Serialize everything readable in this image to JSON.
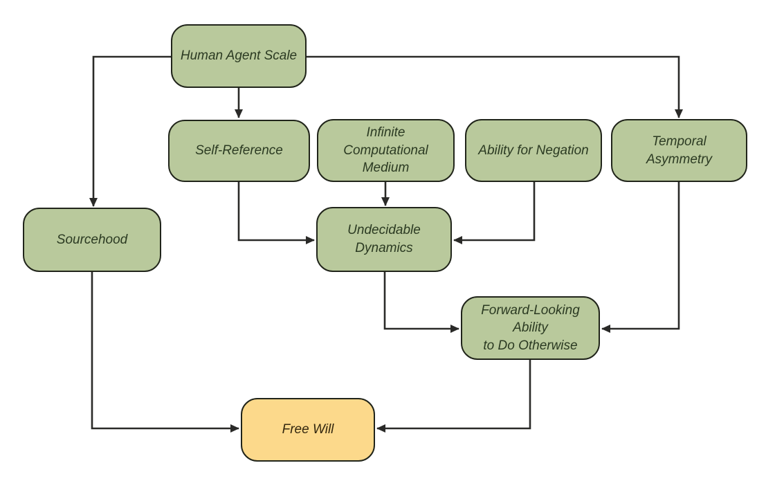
{
  "diagram": {
    "type": "flowchart",
    "nodes": {
      "human_agent_scale": {
        "label": "Human Agent Scale"
      },
      "self_reference": {
        "label": "Self-Reference"
      },
      "infinite_computational_medium": {
        "label": [
          "Infinite",
          "Computational Medium"
        ]
      },
      "ability_for_negation": {
        "label": "Ability for Negation"
      },
      "temporal_asymmetry": {
        "label": "Temporal Asymmetry"
      },
      "sourcehood": {
        "label": "Sourcehood"
      },
      "undecidable_dynamics": {
        "label": [
          "Undecidable",
          "Dynamics"
        ]
      },
      "forward_looking_ability": {
        "label": [
          "Forward-Looking Ability",
          "to Do Otherwise"
        ]
      },
      "free_will": {
        "label": "Free Will"
      }
    },
    "edges": [
      {
        "from": "Human Agent Scale",
        "to": "Sourcehood"
      },
      {
        "from": "Human Agent Scale",
        "to": "Self-Reference"
      },
      {
        "from": "Human Agent Scale",
        "to": "Temporal Asymmetry"
      },
      {
        "from": "Self-Reference",
        "to": "Undecidable Dynamics"
      },
      {
        "from": "Infinite Computational Medium",
        "to": "Undecidable Dynamics"
      },
      {
        "from": "Ability for Negation",
        "to": "Undecidable Dynamics"
      },
      {
        "from": "Undecidable Dynamics",
        "to": "Forward-Looking Ability to Do Otherwise"
      },
      {
        "from": "Temporal Asymmetry",
        "to": "Forward-Looking Ability to Do Otherwise"
      },
      {
        "from": "Forward-Looking Ability to Do Otherwise",
        "to": "Free Will"
      },
      {
        "from": "Sourcehood",
        "to": "Free Will"
      }
    ]
  },
  "colors": {
    "node-fill": "#b9c99c",
    "node-border": "#20241a",
    "node-text": "#2b3a22",
    "accent-fill": "#fcd98b",
    "accent-text": "#33270f",
    "line": "#2a2a28",
    "bg": "#ffffff"
  }
}
